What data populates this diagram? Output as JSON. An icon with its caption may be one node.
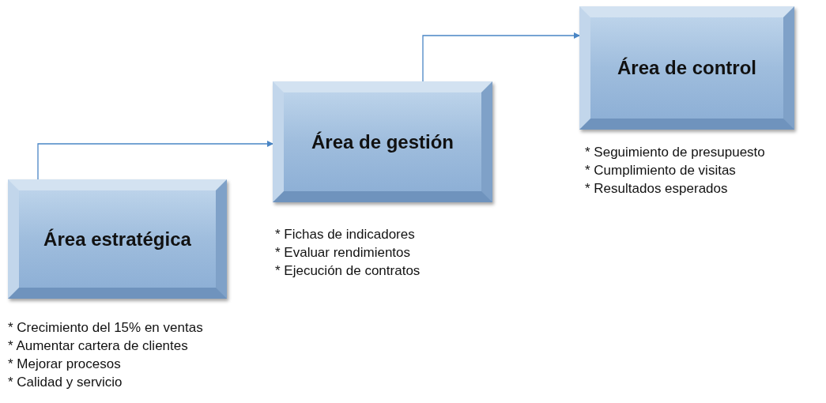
{
  "diagram": {
    "nodes": [
      {
        "text": [
          "Área estratégica"
        ],
        "beside": [
          "* Crecimiento del 15% en ventas",
          "* Aumentar cartera de clientes",
          "* Mejorar procesos",
          "* Calidad y servicio"
        ]
      },
      {
        "text": [
          "Área de gestión"
        ],
        "beside": [
          "* Fichas de indicadores",
          "* Evaluar rendimientos",
          "* Ejecución de contratos"
        ]
      },
      {
        "text": [
          "Área de control"
        ],
        "beside": [
          "* Seguimiento de presupuesto",
          "* Cumplimiento de visitas",
          "* Resultados esperados"
        ]
      }
    ],
    "edges": [
      {
        "from": 0,
        "to": 1,
        "arrow": "to"
      },
      {
        "from": 1,
        "to": 2,
        "arrow": "to"
      }
    ]
  }
}
